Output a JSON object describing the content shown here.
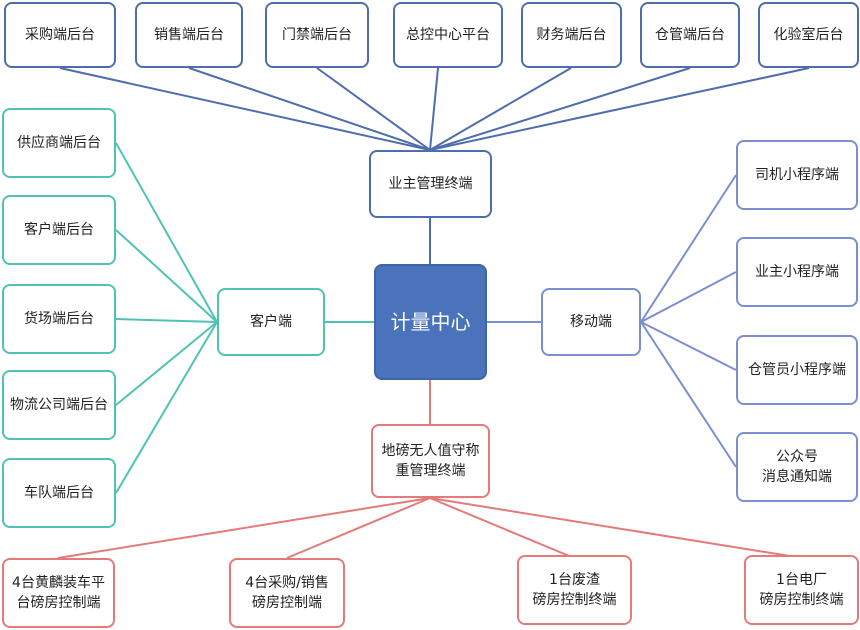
{
  "center": {
    "label": "计量中心"
  },
  "top_hub": {
    "label": "业主管理终端"
  },
  "left_hub": {
    "label": "客户端"
  },
  "right_hub": {
    "label": "移动端"
  },
  "bottom_hub": {
    "label": "地磅无人值守称\n重管理终端"
  },
  "top_nodes": [
    {
      "label": "采购端后台"
    },
    {
      "label": "销售端后台"
    },
    {
      "label": "门禁端后台"
    },
    {
      "label": "总控中心平台"
    },
    {
      "label": "财务端后台"
    },
    {
      "label": "仓管端后台"
    },
    {
      "label": "化验室后台"
    }
  ],
  "left_nodes": [
    {
      "label": "供应商端后台"
    },
    {
      "label": "客户端后台"
    },
    {
      "label": "货场端后台"
    },
    {
      "label": "物流公司端后台"
    },
    {
      "label": "车队端后台"
    }
  ],
  "right_nodes": [
    {
      "label": "司机小程序端"
    },
    {
      "label": "业主小程序端"
    },
    {
      "label": "仓管员小程序端"
    },
    {
      "label": "公众号\n消息通知端"
    }
  ],
  "bottom_nodes": [
    {
      "label": "4台黄麟装车平\n台磅房控制端"
    },
    {
      "label": "4台采购/销售\n磅房控制端"
    },
    {
      "label": "1台废渣\n磅房控制终端"
    },
    {
      "label": "1台电厂\n磅房控制终端"
    }
  ],
  "colors": {
    "top": "#4f6cad",
    "left": "#4fc3b3",
    "right": "#7a8ed1",
    "bottom": "#e57a7a",
    "center_fill": "#4a73bb"
  }
}
